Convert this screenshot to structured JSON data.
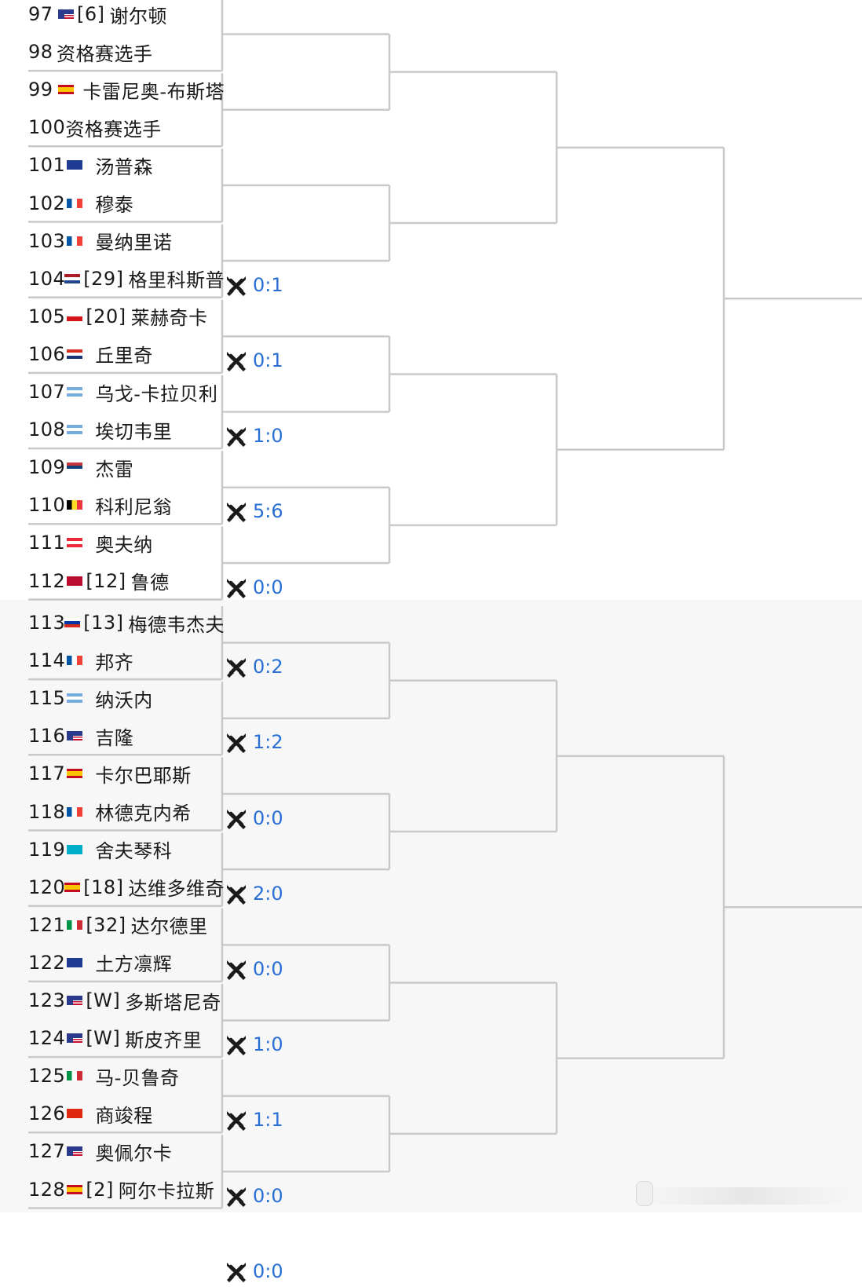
{
  "colors": {
    "line": "#c9c9c9",
    "score": "#2a6fd6",
    "text": "#1a1a1a",
    "bottom_bg": "#f7f7f7"
  },
  "players": [
    {
      "num": "97",
      "flag": "us",
      "seed": "[6]",
      "name": "谢尔顿"
    },
    {
      "num": "98",
      "flag": "",
      "seed": "",
      "name": "资格赛选手"
    },
    {
      "num": "99",
      "flag": "es",
      "seed": "",
      "name": "卡雷尼奥-布斯塔"
    },
    {
      "num": "100",
      "flag": "",
      "seed": "",
      "name": "资格赛选手"
    },
    {
      "num": "101",
      "flag": "au",
      "seed": "",
      "name": "汤普森"
    },
    {
      "num": "102",
      "flag": "fr",
      "seed": "",
      "name": "穆泰"
    },
    {
      "num": "103",
      "flag": "fr",
      "seed": "",
      "name": "曼纳里诺"
    },
    {
      "num": "104",
      "flag": "nl",
      "seed": "[29]",
      "name": "格里科斯普"
    },
    {
      "num": "105",
      "flag": "cz",
      "seed": "[20]",
      "name": "莱赫奇卡"
    },
    {
      "num": "106",
      "flag": "hr",
      "seed": "",
      "name": "丘里奇"
    },
    {
      "num": "107",
      "flag": "ar",
      "seed": "",
      "name": "乌戈-卡拉贝利"
    },
    {
      "num": "108",
      "flag": "ar",
      "seed": "",
      "name": "埃切韦里"
    },
    {
      "num": "109",
      "flag": "rs",
      "seed": "",
      "name": "杰雷"
    },
    {
      "num": "110",
      "flag": "be",
      "seed": "",
      "name": "科利尼翁"
    },
    {
      "num": "111",
      "flag": "at",
      "seed": "",
      "name": "奥夫纳"
    },
    {
      "num": "112",
      "flag": "no",
      "seed": "[12]",
      "name": "鲁德"
    },
    {
      "num": "113",
      "flag": "ru",
      "seed": "[13]",
      "name": "梅德韦杰夫"
    },
    {
      "num": "114",
      "flag": "fr",
      "seed": "",
      "name": "邦齐"
    },
    {
      "num": "115",
      "flag": "ar",
      "seed": "",
      "name": "纳沃内"
    },
    {
      "num": "116",
      "flag": "us",
      "seed": "",
      "name": "吉隆"
    },
    {
      "num": "117",
      "flag": "es",
      "seed": "",
      "name": "卡尔巴耶斯"
    },
    {
      "num": "118",
      "flag": "fr",
      "seed": "",
      "name": "林德克内希"
    },
    {
      "num": "119",
      "flag": "kz",
      "seed": "",
      "name": "舍夫琴科"
    },
    {
      "num": "120",
      "flag": "es",
      "seed": "[18]",
      "name": "达维多维奇"
    },
    {
      "num": "121",
      "flag": "it",
      "seed": "[32]",
      "name": "达尔德里"
    },
    {
      "num": "122",
      "flag": "au",
      "seed": "",
      "name": "土方凛辉"
    },
    {
      "num": "123",
      "flag": "us",
      "seed": "[W]",
      "name": "多斯塔尼奇"
    },
    {
      "num": "124",
      "flag": "us",
      "seed": "[W]",
      "name": "斯皮齐里"
    },
    {
      "num": "125",
      "flag": "it",
      "seed": "",
      "name": "马-贝鲁奇"
    },
    {
      "num": "126",
      "flag": "cn",
      "seed": "",
      "name": "商竣程"
    },
    {
      "num": "127",
      "flag": "us",
      "seed": "",
      "name": "奥佩尔卡"
    },
    {
      "num": "128",
      "flag": "es",
      "seed": "[2]",
      "name": "阿尔卡拉斯"
    }
  ],
  "h2h": [
    {
      "match": 3,
      "score": "0:1"
    },
    {
      "match": 4,
      "score": "0:1"
    },
    {
      "match": 5,
      "score": "1:0"
    },
    {
      "match": 6,
      "score": "5:6"
    },
    {
      "match": 7,
      "score": "0:0"
    },
    {
      "match": 8,
      "score": "0:2"
    },
    {
      "match": 9,
      "score": "1:2"
    },
    {
      "match": 10,
      "score": "0:0"
    },
    {
      "match": 11,
      "score": "2:0"
    },
    {
      "match": 12,
      "score": "0:0"
    },
    {
      "match": 13,
      "score": "1:0"
    },
    {
      "match": 14,
      "score": "1:1"
    },
    {
      "match": 15,
      "score": "0:0"
    },
    {
      "match": 16,
      "score": "0:0"
    }
  ]
}
